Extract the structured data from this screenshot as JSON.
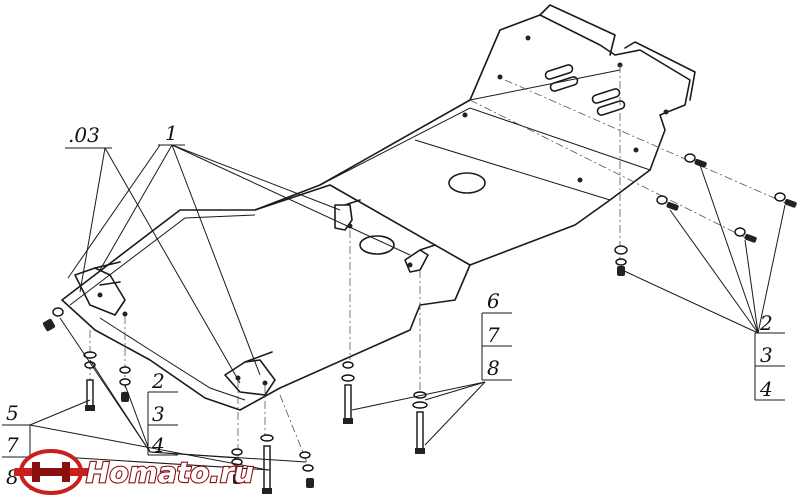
{
  "labels": {
    "ref_03": ".03",
    "ref_1": "1",
    "ref_2_right": "2",
    "ref_3_right": "3",
    "ref_4_right": "4",
    "ref_2_mid": "2",
    "ref_3_mid": "3",
    "ref_4_mid": "4",
    "ref_5": "5",
    "ref_6": "6",
    "ref_7_left": "7",
    "ref_7_mid": "7",
    "ref_8_left": "8",
    "ref_8_mid": "8"
  },
  "logo": {
    "text": "Homato.ru",
    "colors": {
      "red": "#c8201e",
      "dark": "#8a0f0f"
    }
  }
}
